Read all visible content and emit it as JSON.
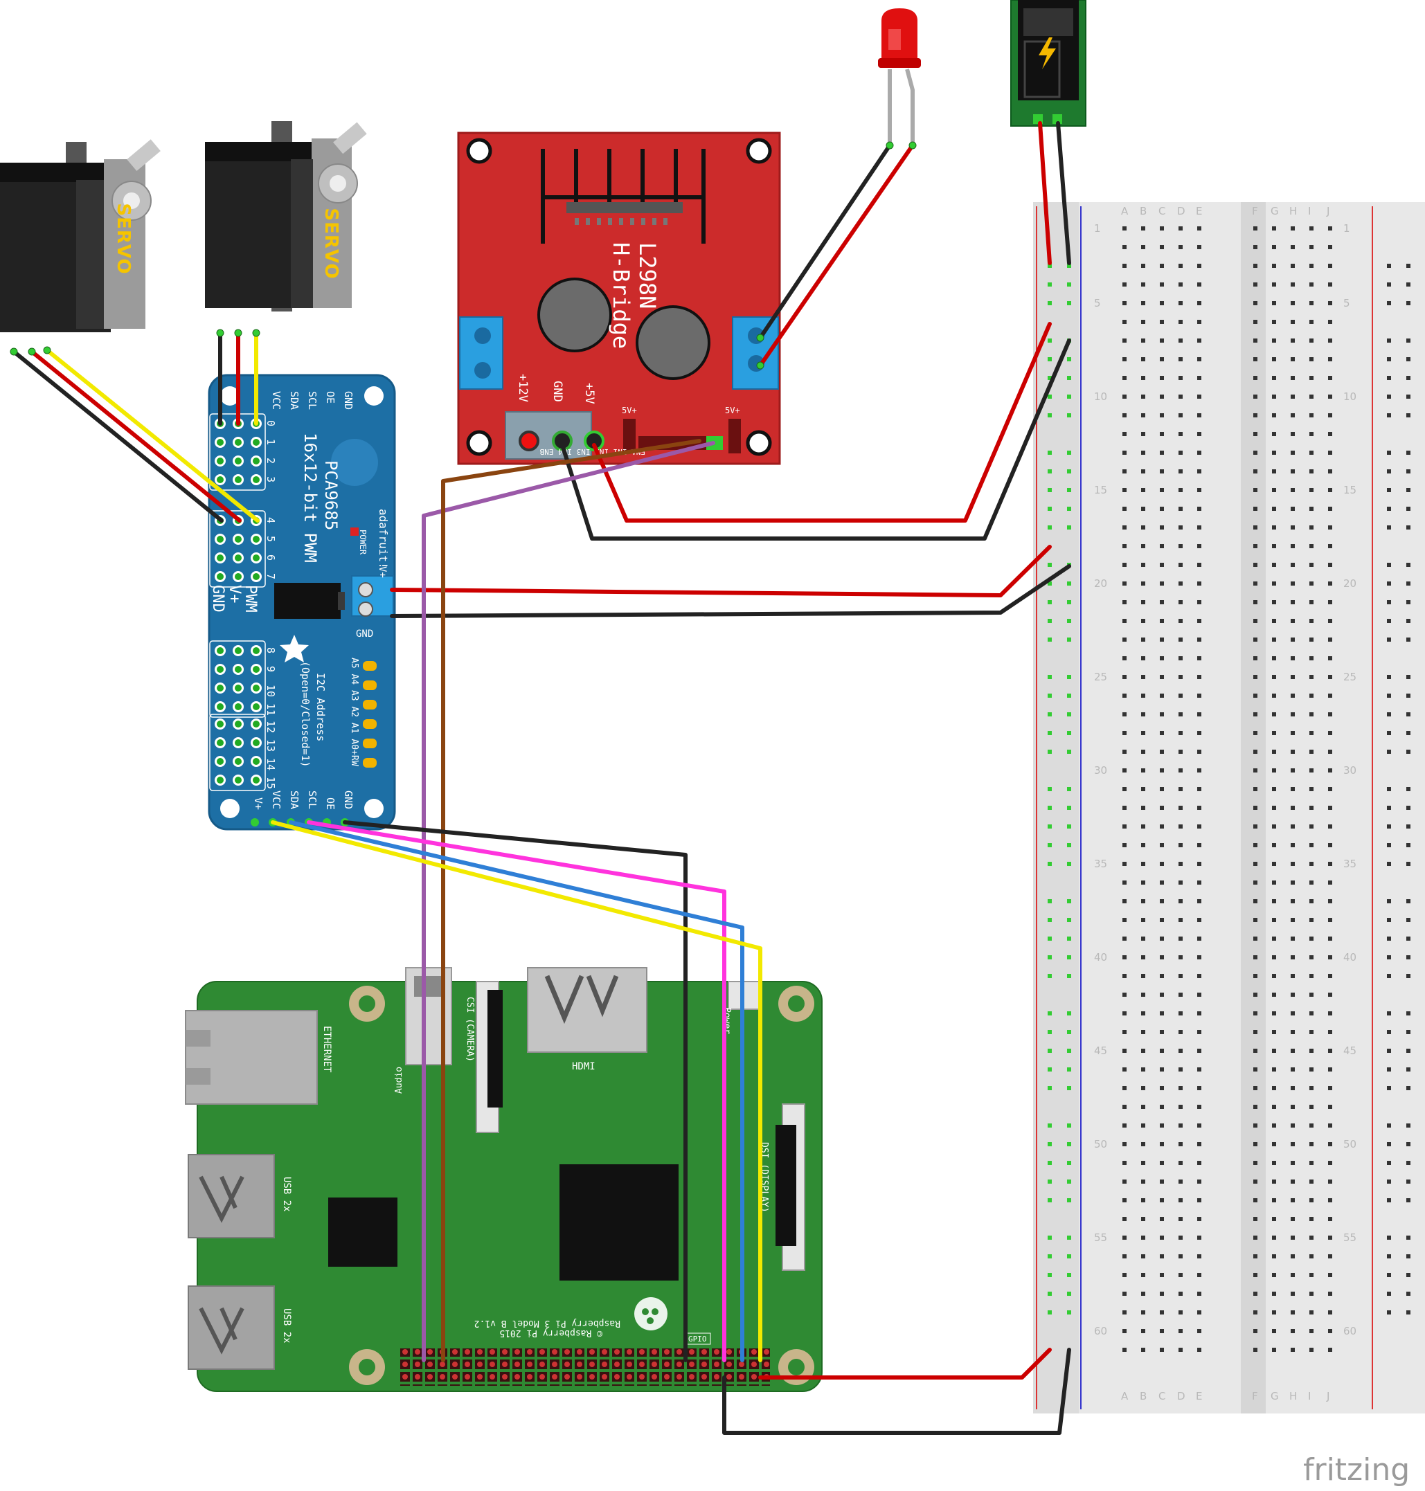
{
  "servos": [
    {
      "label": "SERVO"
    },
    {
      "label": "SERVO"
    }
  ],
  "hbridge": {
    "title": "L298N",
    "subtitle": "H-Bridge",
    "pins": [
      "+12V",
      "GND",
      "+5V"
    ],
    "jumper_label": "5V+",
    "jumper_label_2": "5V+",
    "inputs_label": "ENA IN1 IN2 IN3 IN4 ENB"
  },
  "pwm_board": {
    "brand": "adafruit!",
    "name": "PCA9685",
    "desc": "16x12-bit PWM",
    "top_pins": [
      "GND",
      "OE",
      "SCL",
      "SDA",
      "VCC"
    ],
    "channels": [
      "0",
      "1",
      "2",
      "3",
      "4",
      "5",
      "6",
      "7",
      "8",
      "9",
      "10",
      "11",
      "12",
      "13",
      "14",
      "15"
    ],
    "side_labels": [
      "PWM",
      "V+",
      "GND"
    ],
    "power_label": "POWER",
    "terminal_plus": "V+",
    "terminal_gnd": "GND",
    "i2c_title": "I2C Address",
    "i2c_desc": "(Open=0/Closed=1)",
    "addr_pins": "A5 A4 A3 A2 A1 A0+RW",
    "bottom_pins": [
      "GND",
      "OE",
      "SCL",
      "SDA",
      "VCC",
      "V+"
    ]
  },
  "raspberry_pi": {
    "model": "Raspberry Pi 3 Model B v1.2",
    "copyright": "© Raspberry Pi 2015",
    "ethernet": "ETHERNET",
    "usb1": "USB 2x",
    "usb2": "USB 2x",
    "hdmi": "HDMI",
    "camera": "CSI (CAMERA)",
    "display": "DSI (DISPLAY)",
    "audio": "Audio",
    "power": "Power",
    "gpio": "GPIO"
  },
  "breadboard": {
    "columns_left": [
      "A",
      "B",
      "C",
      "D",
      "E"
    ],
    "columns_right": [
      "F",
      "G",
      "H",
      "I",
      "J"
    ],
    "row_numbers": [
      "1",
      "5",
      "10",
      "15",
      "20",
      "25",
      "30",
      "35",
      "40",
      "45",
      "50",
      "55",
      "60"
    ]
  },
  "watermark": "fritzing",
  "colors": {
    "wire_red": "#cc0000",
    "wire_black": "#222222",
    "wire_yellow": "#f2e900",
    "wire_magenta": "#ff33dd",
    "wire_blue": "#2f7fd6",
    "wire_purple": "#9b59a8",
    "wire_brown": "#8a4410",
    "pcb_green": "#2f8a33",
    "pcb_blue": "#1d6fa5",
    "pcb_red": "#cc2b2b"
  }
}
